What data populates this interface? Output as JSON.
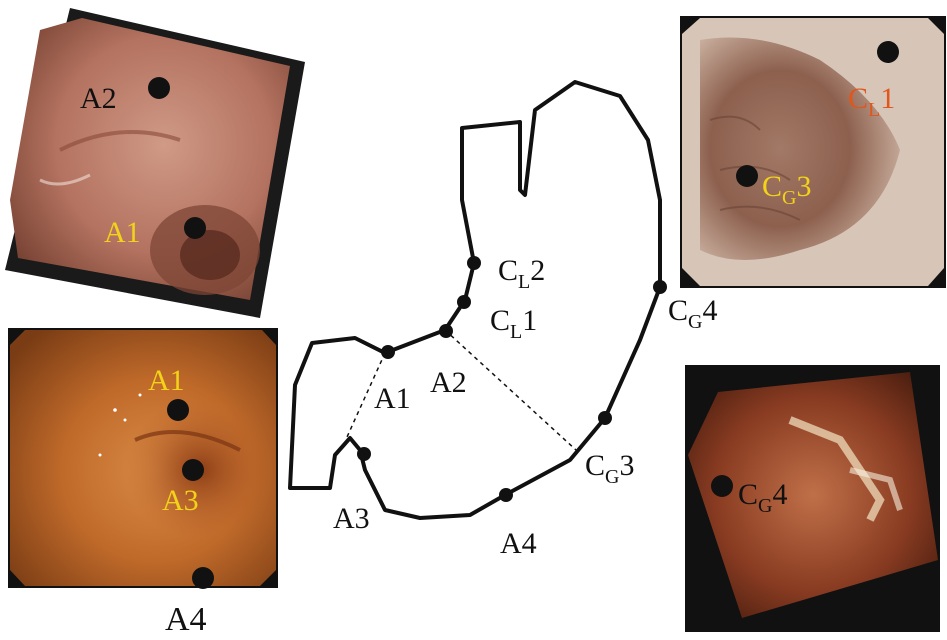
{
  "diagram": {
    "stomach_labels": {
      "A1": {
        "main": "A1"
      },
      "A2": {
        "main": "A2"
      },
      "A3": {
        "main": "A3"
      },
      "A4": {
        "main": "A4"
      },
      "CL2": {
        "main": "C",
        "sub": "L",
        "num": "2"
      },
      "CL1": {
        "main": "C",
        "sub": "L",
        "num": "1"
      },
      "CG4": {
        "main": "C",
        "sub": "G",
        "num": "4"
      },
      "CG3": {
        "main": "C",
        "sub": "G",
        "num": "3"
      }
    },
    "photos": {
      "top_left": {
        "label_A2": "A2",
        "label_A1": "A1"
      },
      "mid_left": {
        "label_A1": "A1",
        "label_A3": "A3",
        "label_A4": "A4"
      },
      "top_right": {
        "label_CL1": {
          "main": "C",
          "sub": "L",
          "num": "1"
        },
        "label_CG3": {
          "main": "C",
          "sub": "G",
          "num": "3"
        }
      },
      "bottom_right": {
        "label_CG4": {
          "main": "C",
          "sub": "G",
          "num": "4"
        }
      }
    },
    "colors": {
      "label_yellow": "#f2d21a",
      "label_orange": "#e0561b",
      "label_black": "#111111",
      "outline": "#111111"
    }
  }
}
